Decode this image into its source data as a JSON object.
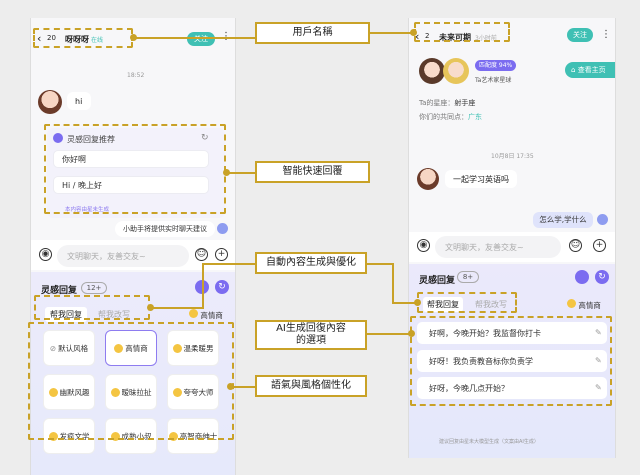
{
  "left": {
    "back_count": "20",
    "username": "呀呀呀",
    "online": "在线",
    "follow": "关注",
    "time": "18:52",
    "user_msg": "hi",
    "panel_title": "灵感回复推荐",
    "suggestions": [
      "你好啊",
      "Hi / 晚上好"
    ],
    "sugg_note": "本内容由星未生成",
    "helper": "小助手将提供实时聊天建议",
    "input_placeholder": "文明聊天，友善交友~",
    "bottom_title": "灵感回复",
    "badge": "12+",
    "tab_help": "帮我回复",
    "tab_polish": "帮我改写",
    "mood_tag": "高情商",
    "styles": [
      "默认风格",
      "高情商",
      "温柔暖男",
      "幽默风趣",
      "暧昧拉扯",
      "夸夸大师",
      "发疯文学",
      "成熟小叔",
      "高智商绅士"
    ]
  },
  "right": {
    "back_count": "2",
    "username": "未来可期",
    "online": "3小时前",
    "follow": "关注",
    "match": "匹配度 94%",
    "relation": "Ta艺术家星球",
    "visit": "查看主页",
    "sign_label": "Ta的星座：",
    "sign_value": "射手座",
    "common_label": "你们的共同点：",
    "common_value": "广东",
    "time": "10月8日 17:35",
    "other_msg": "一起学习英语吗",
    "my_msg": "怎么学,学什么",
    "input_placeholder": "文明聊天，友善交友~",
    "bottom_title": "灵感回复",
    "badge": "8+",
    "tab_help": "帮我回复",
    "tab_polish": "帮我改写",
    "mood_tag": "高情商",
    "replies": [
      "好啊，今晚开始？我监督你打卡",
      "好呀！我负责教音标你负责学",
      "好呀，今晚几点开始？"
    ],
    "footnote": "建议回复由星未大模型生成（文案由AI生成）"
  },
  "callouts": {
    "c1": "用戶名稱",
    "c2": "智能快速回覆",
    "c3": "自動內容生成與優化",
    "c4_line1": "AI生成回復內容",
    "c4_line2": "的選項",
    "c5": "語氣與風格個性化"
  },
  "colors": {
    "accent": "#c9a227",
    "teal": "#3fc0b4",
    "purple": "#7b6cf0"
  }
}
